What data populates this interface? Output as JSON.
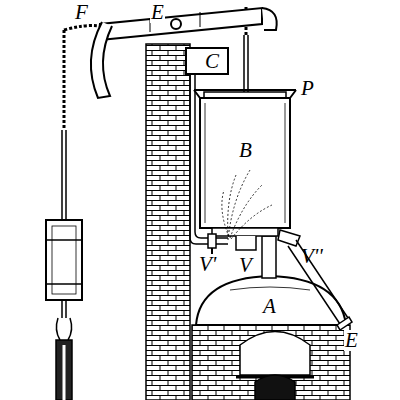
{
  "diagram": {
    "labels": [
      "F",
      "E",
      "C",
      "B",
      "P",
      "V'",
      "V",
      "V''",
      "A",
      "E"
    ]
  }
}
